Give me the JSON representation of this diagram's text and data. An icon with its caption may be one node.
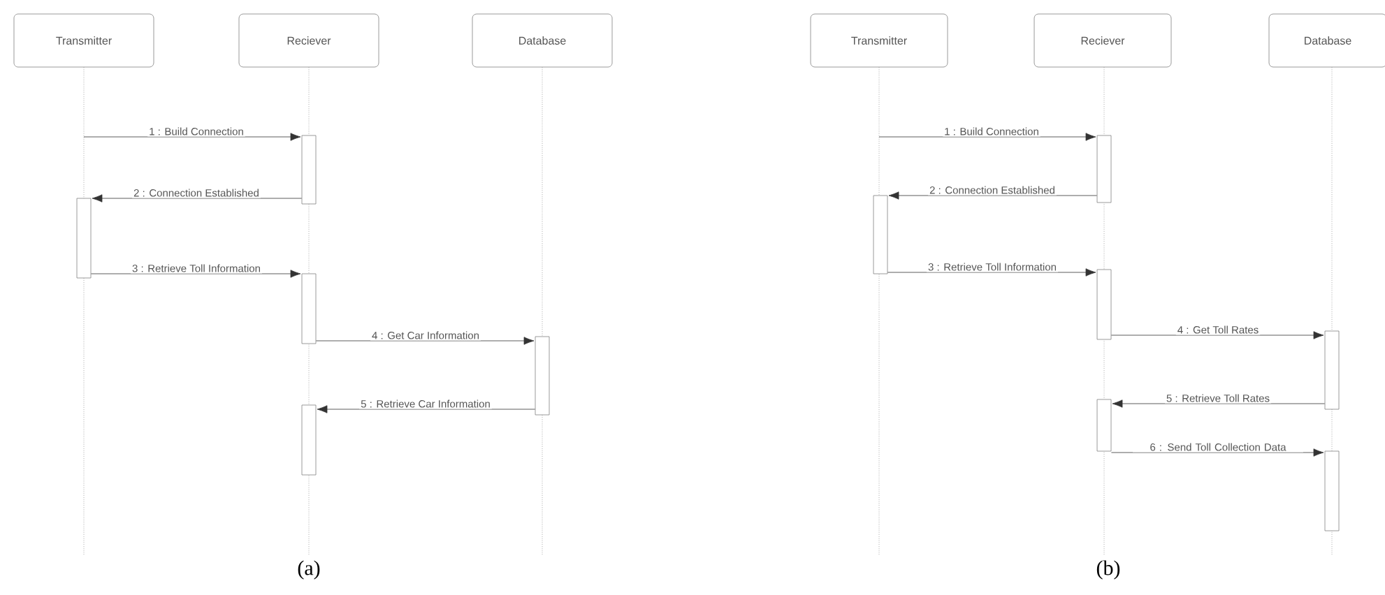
{
  "diagram": {
    "nodes": [
      {
        "text": [
          "Transmitter"
        ]
      },
      {
        "text": [
          "Reciever"
        ]
      },
      {
        "text": [
          "Database"
        ]
      },
      {
        "text": [],
        "shape": "bar"
      },
      {
        "text": [],
        "shape": "bar"
      },
      {
        "text": [],
        "shape": "bar"
      },
      {
        "text": [],
        "shape": "bar"
      },
      {
        "text": [],
        "shape": "bar"
      },
      {
        "text": [
          "Transmitter"
        ]
      },
      {
        "text": [
          "Reciever"
        ]
      },
      {
        "text": [
          "Database"
        ]
      },
      {
        "text": [],
        "shape": "bar"
      },
      {
        "text": [],
        "shape": "bar"
      },
      {
        "text": [],
        "shape": "bar"
      },
      {
        "text": [],
        "shape": "bar"
      },
      {
        "text": [],
        "shape": "bar"
      },
      {
        "text": [],
        "shape": "bar"
      }
    ],
    "edges": [
      {
        "from": null,
        "to": 3,
        "arrow": "to",
        "label": "1 : Build Connection"
      },
      {
        "from": 3,
        "to": 4,
        "arrow": "to",
        "label": "2 : Connection Established"
      },
      {
        "from": 4,
        "to": 5,
        "arrow": "to",
        "label": "3 : Retrieve Toll Information"
      },
      {
        "from": 5,
        "to": 6,
        "arrow": "to",
        "label": "4 : Get Car Information"
      },
      {
        "from": 6,
        "to": 7,
        "arrow": "to",
        "label": "5 : Retrieve Car Information"
      },
      {
        "from": null,
        "to": 11,
        "arrow": "to",
        "label": "1 : Build Connection"
      },
      {
        "from": 11,
        "to": 12,
        "arrow": "to",
        "label": "2 : Connection Established"
      },
      {
        "from": 12,
        "to": 13,
        "arrow": "to",
        "label": "3 : Retrieve Toll Information"
      },
      {
        "from": 13,
        "to": 14,
        "arrow": "to",
        "label": "4 : Get Toll Rates"
      },
      {
        "from": 14,
        "to": 15,
        "arrow": "to",
        "label": "5 : Retrieve Toll Rates"
      },
      {
        "from": 15,
        "to": 16,
        "arrow": "to",
        "label": "6 : Send Toll Collection Data"
      }
    ],
    "labels": [
      "(a)",
      "(b)"
    ]
  }
}
